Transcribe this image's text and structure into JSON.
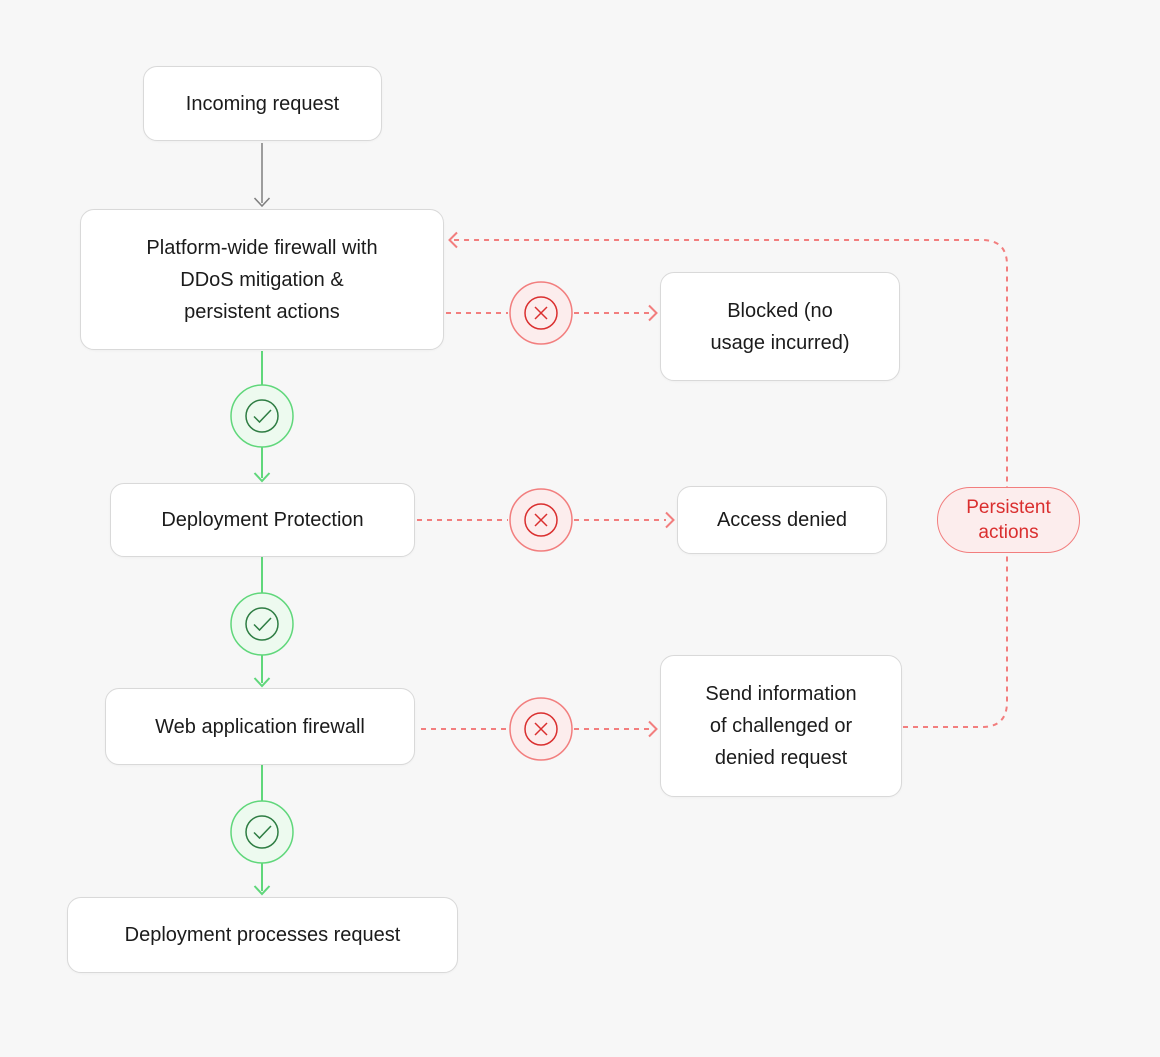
{
  "diagram": {
    "description": "Request flow through platform firewall layers",
    "background": "#f7f7f7",
    "colors": {
      "box_background": "#ffffff",
      "box_border": "#d9d9d9",
      "text": "#1b1b1b",
      "gray_arrow": "#7f7f7f",
      "green_line": "#60d77b",
      "green_fill": "#edfaef",
      "green_dark": "#2e7d43",
      "red_line": "#f27e7e",
      "red_fill": "#fceded",
      "red_dark": "#da2f2f"
    },
    "nodes": {
      "incoming": {
        "label": "Incoming request"
      },
      "firewall": {
        "label": "Platform-wide firewall with\nDDoS mitigation &\npersistent actions"
      },
      "blocked": {
        "label": "Blocked (no\nusage incurred)"
      },
      "deployment_protection": {
        "label": "Deployment Protection"
      },
      "access_denied": {
        "label": "Access denied"
      },
      "waf": {
        "label": "Web application firewall"
      },
      "send_info": {
        "label": "Send information\nof challenged or\ndenied request"
      },
      "processes": {
        "label": "Deployment processes request"
      },
      "persistent": {
        "label": "Persistent\nactions"
      }
    },
    "icons": {
      "pass": "check-circle-icon (request allowed)",
      "fail": "x-circle-icon (request blocked/denied)"
    },
    "edges": [
      {
        "from": "incoming",
        "to": "firewall",
        "style": "solid-gray"
      },
      {
        "from": "firewall",
        "to": "deployment_protection",
        "style": "solid-green",
        "via": "check"
      },
      {
        "from": "deployment_protection",
        "to": "waf",
        "style": "solid-green",
        "via": "check"
      },
      {
        "from": "waf",
        "to": "processes",
        "style": "solid-green",
        "via": "check"
      },
      {
        "from": "firewall",
        "to": "blocked",
        "style": "dashed-red",
        "via": "x"
      },
      {
        "from": "deployment_protection",
        "to": "access_denied",
        "style": "dashed-red",
        "via": "x"
      },
      {
        "from": "waf",
        "to": "send_info",
        "style": "dashed-red",
        "via": "x"
      },
      {
        "from": "send_info",
        "to": "firewall",
        "style": "dashed-red",
        "via": "persistent"
      }
    ]
  }
}
